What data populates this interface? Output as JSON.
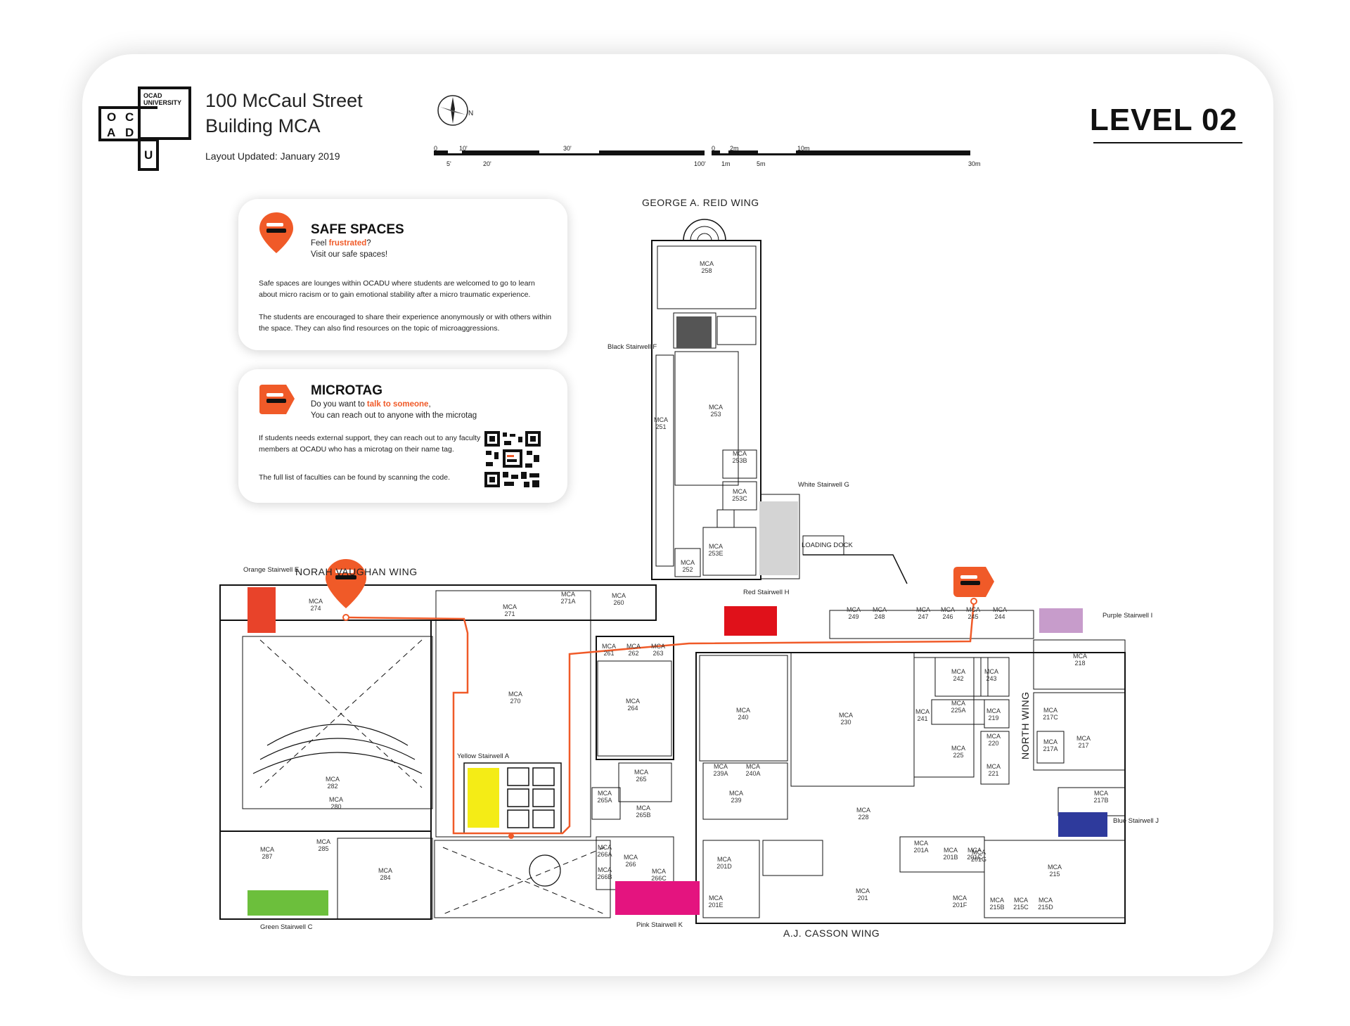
{
  "header": {
    "logo_line1": "OCAD",
    "logo_line2": "UNIVERSITY",
    "logo_letters": [
      "O",
      "C",
      "A",
      "D",
      "U"
    ],
    "address": "100 McCaul Street",
    "building": "Building MCA",
    "updated": "Layout Updated: January 2019",
    "level": "LEVEL 02"
  },
  "scale": {
    "imperial_top": [
      "0",
      "10'",
      "30'"
    ],
    "imperial_bottom": [
      "5'",
      "20'",
      "100'"
    ],
    "metric_top": [
      "0",
      "2m",
      "10m"
    ],
    "metric_bottom": [
      "1m",
      "5m",
      "30m"
    ]
  },
  "panels": {
    "safe_spaces": {
      "title": "SAFE SPACES",
      "line1_pre": "Feel ",
      "line1_hl": "frustrated",
      "line1_post": "?",
      "line2": "Visit our safe spaces!",
      "body1": "Safe spaces are lounges within OCADU where students are welcomed to go to learn about micro racism or to gain emotional stability after a micro traumatic experience.",
      "body2": "The students are encouraged to share their experience anonymously or with others within the space. They can also find resources on the topic of microaggressions."
    },
    "microtag": {
      "title": "MICROTAG",
      "line1_pre": "Do you want to ",
      "line1_hl": "talk to someone",
      "line1_post": ",",
      "line2": "You can reach out to anyone with the microtag",
      "body1": "If students needs external support, they can reach out to any faculty members at OCADU who has a microtag on their name tag.",
      "body2": "The full list of faculties can be found by scanning the code."
    }
  },
  "wings": {
    "reid": "GEORGE A. REID WING",
    "vaughan": "NORAH VAUGHAN WING",
    "casson": "A.J. CASSON WING",
    "north": "NORTH WING"
  },
  "stairwells": [
    {
      "name": "Orange Stairwell E",
      "color": "#e8432a"
    },
    {
      "name": "Red Stairwell H",
      "color": "#e0111a"
    },
    {
      "name": "Purple Stairwell I",
      "color": "#c79ccb"
    },
    {
      "name": "Blue Stairwell J",
      "color": "#2e3a9c"
    },
    {
      "name": "Pink Stairwell K",
      "color": "#e4147f"
    },
    {
      "name": "Green Stairwell C",
      "color": "#6cbf3c"
    },
    {
      "name": "Yellow Stairwell A",
      "color": "#f4ec16"
    },
    {
      "name": "White Stairwell G",
      "color": "#ffffff"
    },
    {
      "name": "Black Stairwell F",
      "color": "#111111"
    }
  ],
  "other_labels": {
    "loading_dock": "LOADING DOCK"
  },
  "rooms": [
    {
      "n": "MCA",
      "c": "258"
    },
    {
      "n": "MCA",
      "c": "253"
    },
    {
      "n": "MCA",
      "c": "251"
    },
    {
      "n": "MCA",
      "c": "253B"
    },
    {
      "n": "MCA",
      "c": "253C"
    },
    {
      "n": "MCA",
      "c": "253E"
    },
    {
      "n": "MCA",
      "c": "252"
    },
    {
      "n": "MCA",
      "c": "274"
    },
    {
      "n": "MCA",
      "c": "271"
    },
    {
      "n": "MCA",
      "c": "271A"
    },
    {
      "n": "MCA",
      "c": "260"
    },
    {
      "n": "MCA",
      "c": "270"
    },
    {
      "n": "MCA",
      "c": "261"
    },
    {
      "n": "MCA",
      "c": "262"
    },
    {
      "n": "MCA",
      "c": "263"
    },
    {
      "n": "MCA",
      "c": "264"
    },
    {
      "n": "MCA",
      "c": "265"
    },
    {
      "n": "MCA",
      "c": "265A"
    },
    {
      "n": "MCA",
      "c": "265B"
    },
    {
      "n": "MCA",
      "c": "266A"
    },
    {
      "n": "MCA",
      "c": "266"
    },
    {
      "n": "MCA",
      "c": "266B"
    },
    {
      "n": "MCA",
      "c": "266C"
    },
    {
      "n": "MCA",
      "c": "249"
    },
    {
      "n": "MCA",
      "c": "248"
    },
    {
      "n": "MCA",
      "c": "247"
    },
    {
      "n": "MCA",
      "c": "246"
    },
    {
      "n": "MCA",
      "c": "245"
    },
    {
      "n": "MCA",
      "c": "244"
    },
    {
      "n": "MCA",
      "c": "240"
    },
    {
      "n": "MCA",
      "c": "239A"
    },
    {
      "n": "MCA",
      "c": "240A"
    },
    {
      "n": "MCA",
      "c": "239"
    },
    {
      "n": "MCA",
      "c": "230"
    },
    {
      "n": "MCA",
      "c": "241"
    },
    {
      "n": "MCA",
      "c": "228"
    },
    {
      "n": "MCA",
      "c": "242"
    },
    {
      "n": "MCA",
      "c": "243"
    },
    {
      "n": "MCA",
      "c": "225A"
    },
    {
      "n": "MCA",
      "c": "219"
    },
    {
      "n": "MCA",
      "c": "225"
    },
    {
      "n": "MCA",
      "c": "220"
    },
    {
      "n": "MCA",
      "c": "221"
    },
    {
      "n": "MCA",
      "c": "218"
    },
    {
      "n": "MCA",
      "c": "217C"
    },
    {
      "n": "MCA",
      "c": "217"
    },
    {
      "n": "MCA",
      "c": "217A"
    },
    {
      "n": "MCA",
      "c": "217B"
    },
    {
      "n": "MCA",
      "c": "215"
    },
    {
      "n": "MCA",
      "c": "215B"
    },
    {
      "n": "MCA",
      "c": "215C"
    },
    {
      "n": "MCA",
      "c": "215D"
    },
    {
      "n": "MCA",
      "c": "201"
    },
    {
      "n": "MCA",
      "c": "201A"
    },
    {
      "n": "MCA",
      "c": "201B"
    },
    {
      "n": "MCA",
      "c": "201C"
    },
    {
      "n": "MCA",
      "c": "201D"
    },
    {
      "n": "MCA",
      "c": "201E"
    },
    {
      "n": "MCA",
      "c": "201F"
    },
    {
      "n": "MCA",
      "c": "201G"
    },
    {
      "n": "MCA",
      "c": "287"
    },
    {
      "n": "MCA",
      "c": "284"
    },
    {
      "n": "MCA",
      "c": "285"
    },
    {
      "n": "MCA",
      "c": "282"
    },
    {
      "n": "MCA",
      "c": "280"
    }
  ],
  "colors": {
    "accent": "#f05a28",
    "route": "#f05a28"
  }
}
